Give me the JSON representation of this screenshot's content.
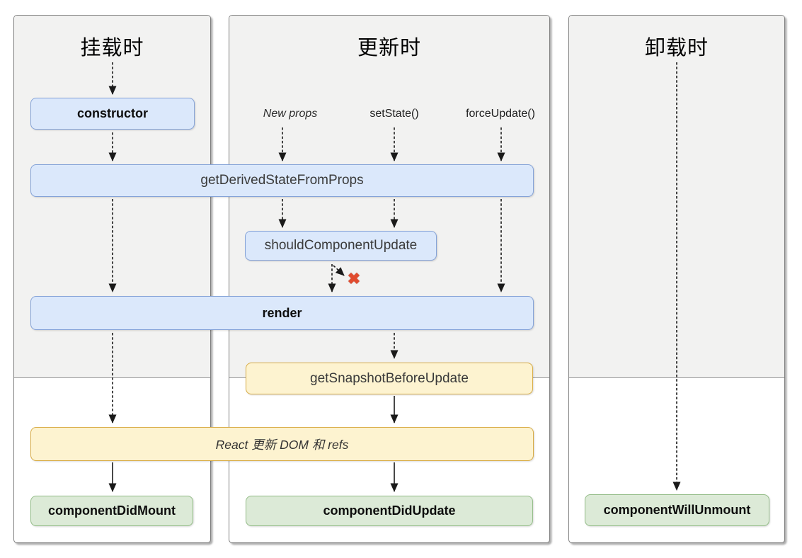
{
  "diagram": {
    "panels": {
      "mounting": {
        "title": "挂载时"
      },
      "updating": {
        "title": "更新时"
      },
      "unmounting": {
        "title": "卸载时"
      }
    },
    "triggers": {
      "new_props": "New props",
      "set_state": "setState()",
      "force_update": "forceUpdate()"
    },
    "nodes": {
      "constructor": "constructor",
      "get_derived_state_from_props": "getDerivedStateFromProps",
      "should_component_update": "shouldComponentUpdate",
      "render": "render",
      "get_snapshot_before_update": "getSnapshotBeforeUpdate",
      "react_updates_dom_and_refs": "React 更新 DOM 和 refs",
      "component_did_mount": "componentDidMount",
      "component_did_update": "componentDidUpdate",
      "component_will_unmount": "componentWillUnmount"
    },
    "icons": {
      "cancel_x": "✖"
    },
    "colors": {
      "panel_background_top": "#f2f2f1",
      "panel_background_bottom": "#ffffff",
      "panel_border": "#7e7e7e",
      "phase_divider": "#9b9b9b",
      "lifecycle_box_fill": "#dbe8fb",
      "lifecycle_box_border": "#85a3d8",
      "side_effect_box_fill": "#fdf3d0",
      "side_effect_box_border": "#d8ac46",
      "commit_box_fill": "#dcead7",
      "commit_box_border": "#94bd88",
      "arrow": "#1a1a1a",
      "cancel_x": "#e14b2e"
    }
  }
}
